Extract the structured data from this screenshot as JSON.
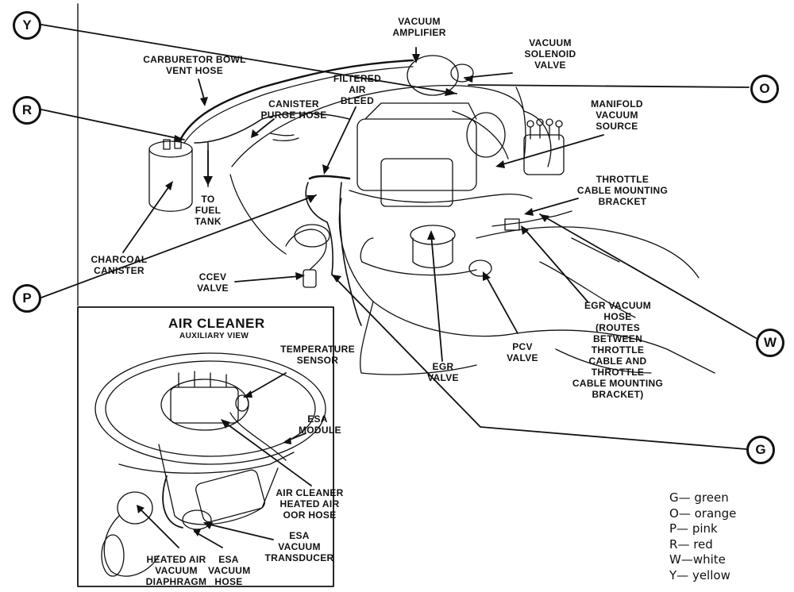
{
  "callouts": {
    "y": "Y",
    "r": "R",
    "p": "P",
    "o": "O",
    "w": "W",
    "g": "G"
  },
  "labels": {
    "vacuum_amplifier": "VACUUM\nAMPLIFIER",
    "vacuum_solenoid_valve": "VACUUM\nSOLENOID\nVALVE",
    "carburetor_bowl_vent_hose": "CARBURETOR BOWL\nVENT HOSE",
    "filtered_air_bleed": "FILTERED\nAIR\nBLEED",
    "canister_purge_hose": "CANISTER\nPURGE HOSE",
    "manifold_vacuum_source": "MANIFOLD\nVACUUM\nSOURCE",
    "to_fuel_tank": "TO\nFUEL\nTANK",
    "throttle_cable_mounting_bracket": "THROTTLE\nCABLE MOUNTING\nBRACKET",
    "charcoal_canister": "CHARCOAL\nCANISTER",
    "ccev_valve": "CCEV\nVALVE",
    "egr_vacuum_hose": "EGR VACUUM\nHOSE\n(ROUTES\nBETWEEN\nTHROTTLE\nCABLE AND\nTHROTTLE\nCABLE MOUNTING\nBRACKET)",
    "pcv_valve": "PCV\nVALVE",
    "egr_valve": "EGR\nVALVE",
    "temperature_sensor": "TEMPERATURE\nSENSOR",
    "esa_module": "ESA\nMODULE",
    "air_cleaner_heated_air_door_hose": "AIR CLEANER\nHEATED AIR\nOOR HOSE",
    "esa_vacuum_transducer": "ESA\nVACUUM\nTRANSDUCER",
    "heated_air_vacuum_diaphragm": "HEATED AIR\nVACUUM\nDIAPHRAGM",
    "esa_vacuum_hose": "ESA\nVACUUM\nHOSE"
  },
  "inset": {
    "title": "AIR CLEANER",
    "subtitle": "AUXILIARY VIEW"
  },
  "legend": [
    {
      "code": "G",
      "color": "green"
    },
    {
      "code": "O",
      "color": "orange"
    },
    {
      "code": "P",
      "color": "pink"
    },
    {
      "code": "R",
      "color": "red"
    },
    {
      "code": "W",
      "color": "white"
    },
    {
      "code": "Y",
      "color": "yellow"
    }
  ],
  "line_color": "#111111"
}
